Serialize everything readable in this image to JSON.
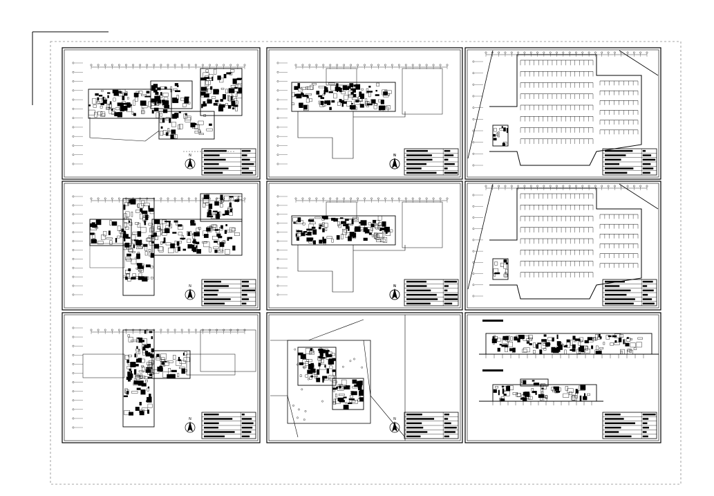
{
  "document": {
    "type": "cad-drawing-sheet-set",
    "sheet_count": 9,
    "ink_color": "#000000",
    "paper_color": "#ffffff",
    "border_style": "dashed"
  },
  "sheets": [
    {
      "name": "plan-level-1",
      "kind": "floor-plan",
      "north_arrow": "N"
    },
    {
      "name": "plan-upper-level-a",
      "kind": "floor-plan",
      "north_arrow": "N"
    },
    {
      "name": "parking-plan-a",
      "kind": "parking-plan",
      "north_arrow": ""
    },
    {
      "name": "plan-level-2",
      "kind": "floor-plan",
      "north_arrow": "N"
    },
    {
      "name": "plan-upper-level-b",
      "kind": "floor-plan",
      "north_arrow": "N"
    },
    {
      "name": "parking-plan-b",
      "kind": "parking-plan",
      "north_arrow": ""
    },
    {
      "name": "plan-level-3",
      "kind": "floor-plan",
      "north_arrow": "N"
    },
    {
      "name": "site-plan",
      "kind": "site-plan",
      "north_arrow": "N"
    },
    {
      "name": "elevations",
      "kind": "elevation",
      "north_arrow": ""
    }
  ]
}
